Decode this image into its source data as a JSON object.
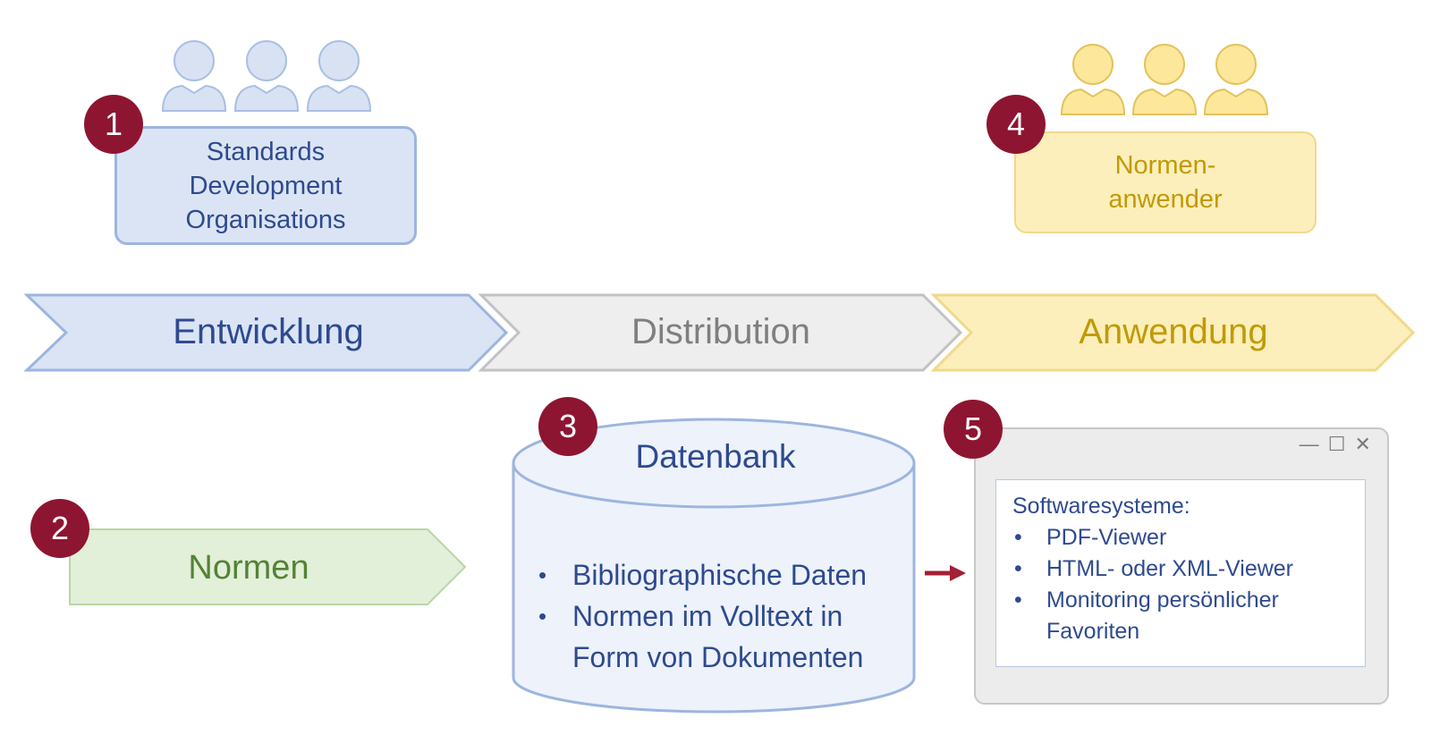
{
  "groups": {
    "sdo": {
      "lines": [
        "Standards",
        "Development",
        "Organisations"
      ],
      "badge": "1"
    },
    "users": {
      "lines": [
        "Normen-",
        "anwender"
      ],
      "badge": "4"
    }
  },
  "phases": [
    "Entwicklung",
    "Distribution",
    "Anwendung"
  ],
  "normen": {
    "label": "Normen",
    "badge": "2"
  },
  "database": {
    "badge": "3",
    "title": "Datenbank",
    "items": [
      "Bibliographische Daten",
      "Normen im Volltext in Form von Dokumenten"
    ]
  },
  "software": {
    "badge": "5",
    "window_controls": "— ☐ ✕",
    "heading": "Softwaresysteme:",
    "items": [
      "PDF-Viewer",
      "HTML- oder XML-Viewer",
      "Monitoring persönlicher Favoriten"
    ]
  },
  "colors": {
    "blue_fill": "#dbe4f4",
    "blue_stroke": "#9db5df",
    "blue_text": "#2e4a8f",
    "gray_fill": "#eeeeee",
    "gray_stroke": "#c2c2c2",
    "gray_text": "#7f7f7f",
    "yellow_fill": "#fdefbb",
    "yellow_stroke": "#f0d98b",
    "yellow_text": "#c19a06",
    "green_fill": "#e2efd9",
    "green_stroke": "#b7d7a3",
    "green_text": "#548235",
    "badge": "#8e1531",
    "arrow": "#a32035"
  }
}
